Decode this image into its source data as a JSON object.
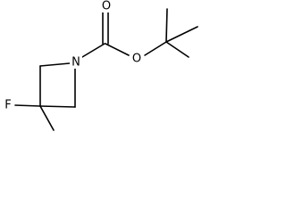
{
  "molecule": {
    "atoms": {
      "nitrogen": "N",
      "carbonyl_oxygen": "O",
      "ester_oxygen": "O",
      "fluorine": "F"
    }
  },
  "colors": {
    "bond": "#000000",
    "label": "#000000",
    "background": "#ffffff"
  }
}
